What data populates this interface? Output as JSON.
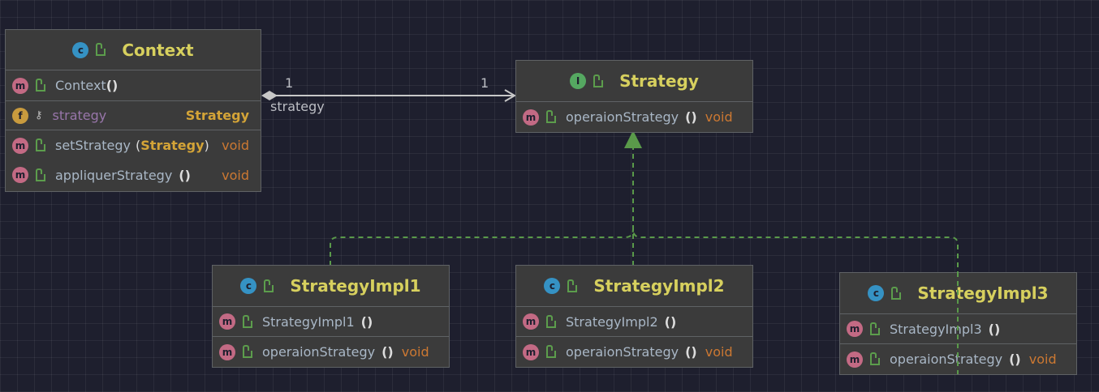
{
  "association": {
    "source_multiplicity": "1",
    "target_multiplicity": "1",
    "role": "strategy"
  },
  "context": {
    "badge": "c",
    "name": "Context",
    "constructor": {
      "badge": "m",
      "name": "Context",
      "params": "()"
    },
    "field": {
      "badge": "f",
      "name": "strategy",
      "type": "Strategy"
    },
    "methods": [
      {
        "badge": "m",
        "name": "setStrategy",
        "open": "(",
        "param": "Strategy",
        "close": ")",
        "ret": "void"
      },
      {
        "badge": "m",
        "name": "appliquerStrategy",
        "params": "()",
        "ret": "void"
      }
    ]
  },
  "strategy": {
    "badge": "I",
    "name": "Strategy",
    "method": {
      "badge": "m",
      "name": "operaionStrategy",
      "params": "()",
      "ret": "void"
    }
  },
  "impls": [
    {
      "badge": "c",
      "name": "StrategyImpl1",
      "constructor": {
        "badge": "m",
        "name": "StrategyImpl1",
        "params": "()"
      },
      "method": {
        "badge": "m",
        "name": "operaionStrategy",
        "params": "()",
        "ret": "void"
      }
    },
    {
      "badge": "c",
      "name": "StrategyImpl2",
      "constructor": {
        "badge": "m",
        "name": "StrategyImpl2",
        "params": "()"
      },
      "method": {
        "badge": "m",
        "name": "operaionStrategy",
        "params": "()",
        "ret": "void"
      }
    },
    {
      "badge": "c",
      "name": "StrategyImpl3",
      "constructor": {
        "badge": "m",
        "name": "StrategyImpl3",
        "params": "()"
      },
      "method": {
        "badge": "m",
        "name": "operaionStrategy",
        "params": "()",
        "ret": "void"
      }
    }
  ],
  "colors": {
    "background": "#1e1f2e",
    "box": "#3b3b3b",
    "title": "#d7d05e",
    "realization": "#5a9a4a",
    "association": "#c8c8c8"
  }
}
